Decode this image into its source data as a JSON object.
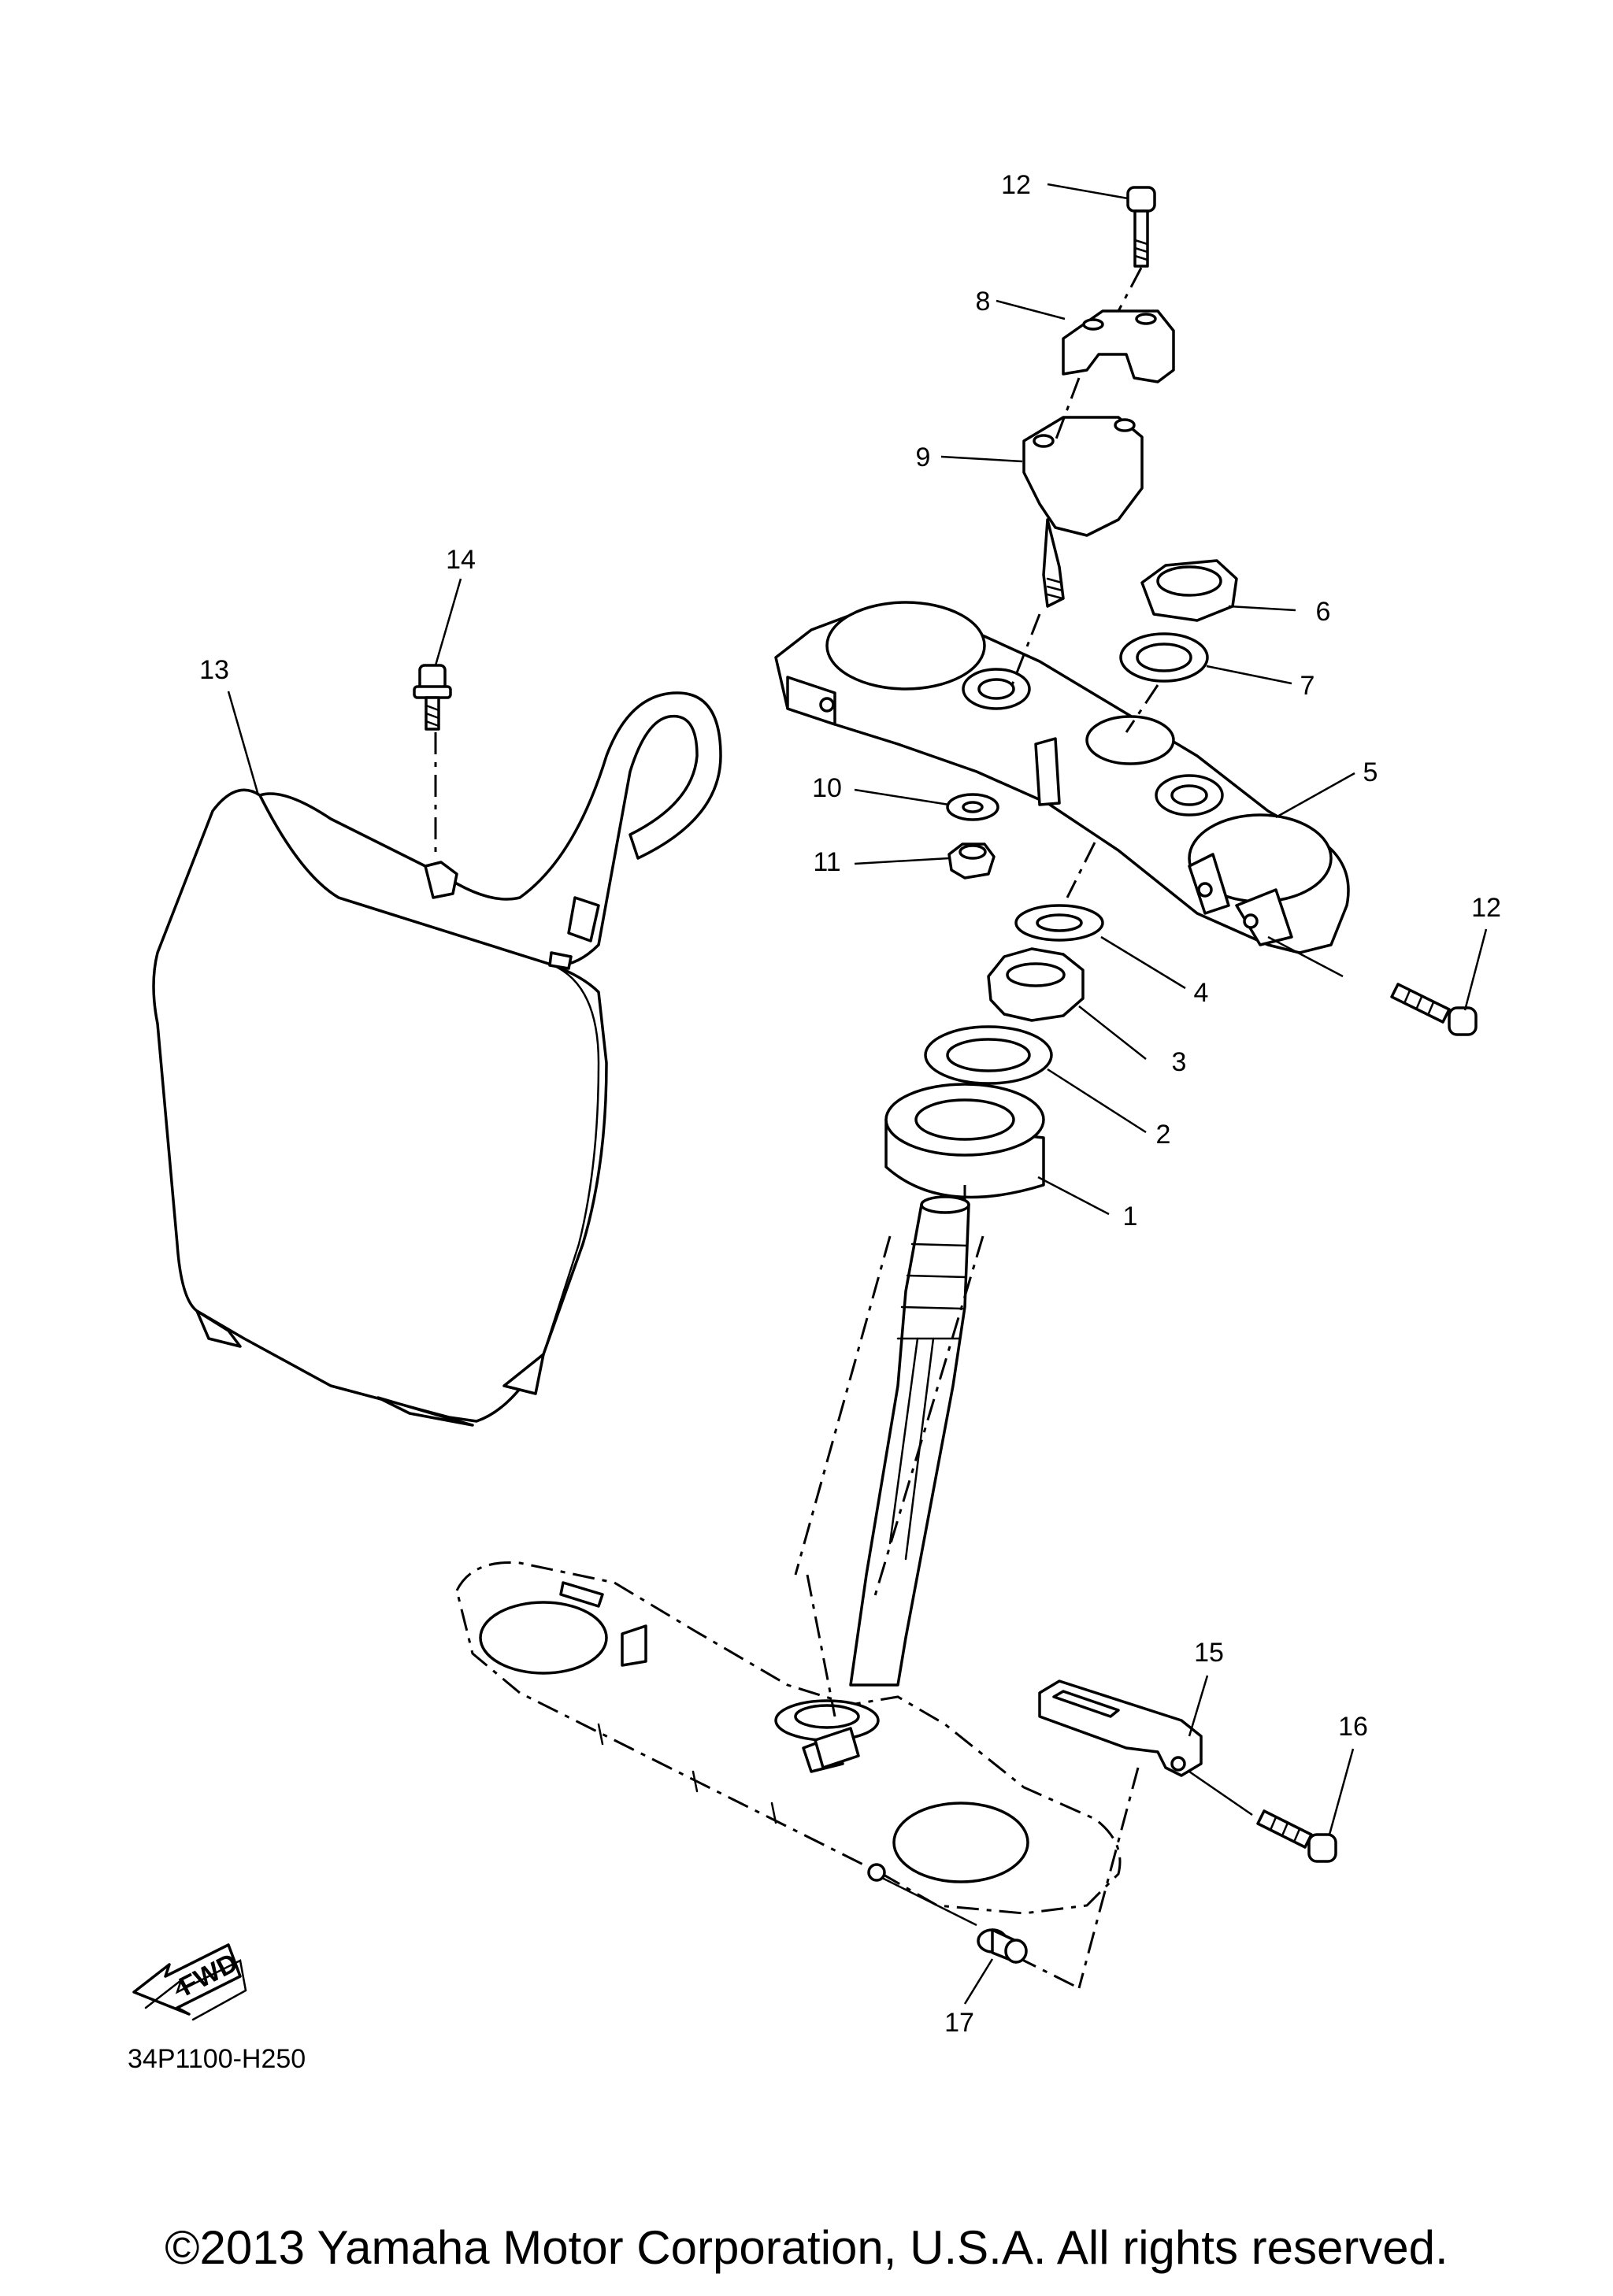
{
  "callouts": {
    "c1": "1",
    "c2": "2",
    "c3": "3",
    "c4": "4",
    "c5": "5",
    "c6": "6",
    "c7": "7",
    "c8": "8",
    "c9": "9",
    "c10": "10",
    "c11": "11",
    "c12a": "12",
    "c12b": "12",
    "c13": "13",
    "c14": "14",
    "c15": "15",
    "c16": "16",
    "c17": "17"
  },
  "fwd_label": "FWD",
  "drawing_code": "34P1100-H250",
  "copyright": "©2013 Yamaha Motor Corporation, U.S.A. All rights reserved."
}
